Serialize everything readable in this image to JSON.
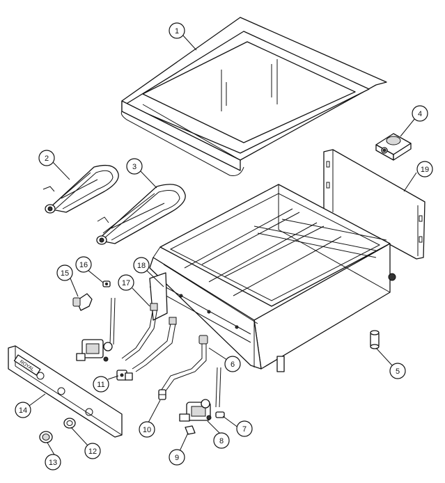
{
  "brand_plate_text": "ROYAL",
  "callouts": [
    {
      "n": "1"
    },
    {
      "n": "2"
    },
    {
      "n": "3"
    },
    {
      "n": "4"
    },
    {
      "n": "5"
    },
    {
      "n": "6"
    },
    {
      "n": "7"
    },
    {
      "n": "8"
    },
    {
      "n": "9"
    },
    {
      "n": "10"
    },
    {
      "n": "11"
    },
    {
      "n": "12"
    },
    {
      "n": "13"
    },
    {
      "n": "14"
    },
    {
      "n": "15"
    },
    {
      "n": "16"
    },
    {
      "n": "17"
    },
    {
      "n": "18"
    },
    {
      "n": "19"
    }
  ]
}
